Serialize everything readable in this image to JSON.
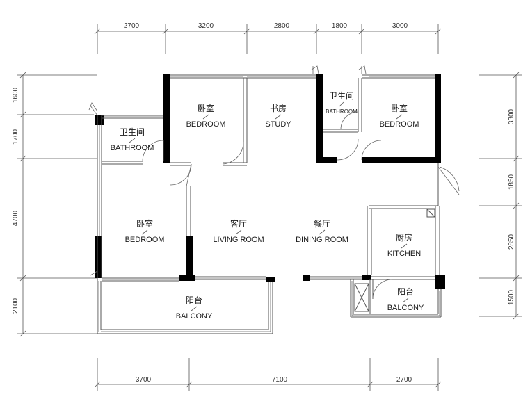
{
  "dimensions": {
    "top": [
      "2700",
      "3200",
      "2800",
      "1800",
      "3000"
    ],
    "bottom": [
      "3700",
      "7100",
      "2700"
    ],
    "left": [
      "1600",
      "1700",
      "4700",
      "2100"
    ],
    "right": [
      "3300",
      "1850",
      "2850",
      "1500"
    ]
  },
  "rooms": {
    "bathroom_left": {
      "cn": "卫生间",
      "en": "BATHROOM"
    },
    "bedroom_top_left": {
      "cn": "卧室",
      "en": "BEDROOM"
    },
    "study": {
      "cn": "书房",
      "en": "STUDY"
    },
    "bathroom_center": {
      "cn": "卫生间",
      "en": "BATHROOM"
    },
    "bedroom_top_right": {
      "cn": "卧室",
      "en": "BEDROOM"
    },
    "bedroom_left": {
      "cn": "卧室",
      "en": "BEDROOM"
    },
    "living_room": {
      "cn": "客厅",
      "en": "LIVING ROOM"
    },
    "dining_room": {
      "cn": "餐厅",
      "en": "DINING ROOM"
    },
    "kitchen": {
      "cn": "厨房",
      "en": "KITCHEN"
    },
    "balcony_main": {
      "cn": "阳台",
      "en": "BALCONY"
    },
    "balcony_kitchen": {
      "cn": "阳台",
      "en": "BALCONY"
    }
  }
}
